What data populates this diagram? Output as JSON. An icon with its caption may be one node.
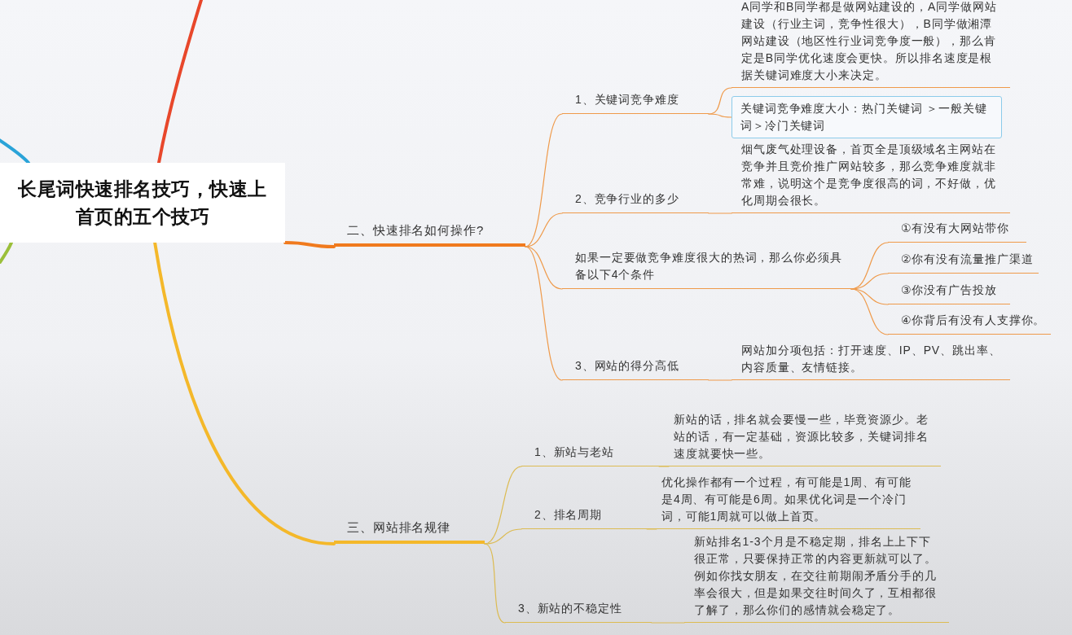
{
  "diagram": {
    "nodes": [
      {
        "text": [
          "长尾词快速排名技巧，快速上首页的五个技巧"
        ]
      },
      {
        "text": [
          "二、快速排名如何操作?"
        ]
      },
      {
        "text": [
          "1、关键词竞争难度"
        ]
      },
      {
        "text": [
          "A同学和B同学都是做网站建设的，A同学做网站建设（行业主词，竞争性很大），B同学做湘潭网站建设（地区性行业词竞争度一般），那么肯定是B同学优化速度会更快。所以排名速度是根据关键词难度大小来决定。"
        ]
      },
      {
        "text": [
          "关键词竞争难度大小：热门关键词 ＞一般关键词＞冷门关键词"
        ]
      },
      {
        "text": [
          "2、竞争行业的多少"
        ]
      },
      {
        "text": [
          "烟气废气处理设备，首页全是顶级域名主网站在竞争并且竞价推广网站较多，那么竞争难度就非常难，说明这个是竞争度很高的词，不好做，优化周期会很长。"
        ]
      },
      {
        "text": [
          "如果一定要做竞争难度很大的热词，那么你必须具备以下4个条件"
        ]
      },
      {
        "text": [
          "①有没有大网站带你"
        ]
      },
      {
        "text": [
          "②你有没有流量推广渠道"
        ]
      },
      {
        "text": [
          "③你没有广告投放"
        ]
      },
      {
        "text": [
          "④你背后有没有人支撑你。"
        ]
      },
      {
        "text": [
          "3、网站的得分高低"
        ]
      },
      {
        "text": [
          "网站加分项包括：打开速度、IP、PV、跳出率、内容质量、友情链接。"
        ]
      },
      {
        "text": [
          "三、网站排名规律"
        ]
      },
      {
        "text": [
          "1、新站与老站"
        ]
      },
      {
        "text": [
          "新站的话，排名就会要慢一些，毕竟资源少。老站的话，有一定基础，资源比较多，关键词排名速度就要快一些。"
        ]
      },
      {
        "text": [
          "2、排名周期"
        ]
      },
      {
        "text": [
          "优化操作都有一个过程，有可能是1周、有可能是4周、有可能是6周。如果优化词是一个冷门词，可能1周就可以做上首页。"
        ]
      },
      {
        "text": [
          "3、新站的不稳定性"
        ]
      },
      {
        "text": [
          "新站排名1-3个月是不稳定期，排名上上下下很正常，只要保持正常的内容更新就可以了。例如你找女朋友，在交往前期闹矛盾分手的几率会很大，但是如果交往时间久了，互相都很了解了，那么你们的感情就会稳定了。"
        ]
      }
    ],
    "edges": [
      {
        "from": 0,
        "to": null,
        "arrow": "none",
        "style": "thick",
        "color": "#e8472b"
      },
      {
        "from": 0,
        "to": null,
        "arrow": "none",
        "style": "thick",
        "color": "#2aa3d8"
      },
      {
        "from": 0,
        "to": null,
        "arrow": "none",
        "style": "thick",
        "color": "#9bbf3a"
      },
      {
        "from": 0,
        "to": 1,
        "arrow": "none",
        "style": "thick"
      },
      {
        "from": 1,
        "to": 2,
        "arrow": "none"
      },
      {
        "from": 2,
        "to": 3,
        "arrow": "none"
      },
      {
        "from": 2,
        "to": 4,
        "arrow": "none"
      },
      {
        "from": 1,
        "to": 5,
        "arrow": "none"
      },
      {
        "from": 5,
        "to": 6,
        "arrow": "none"
      },
      {
        "from": 1,
        "to": 7,
        "arrow": "none"
      },
      {
        "from": 7,
        "to": 8,
        "arrow": "none"
      },
      {
        "from": 7,
        "to": 9,
        "arrow": "none"
      },
      {
        "from": 7,
        "to": 10,
        "arrow": "none"
      },
      {
        "from": 7,
        "to": 11,
        "arrow": "none"
      },
      {
        "from": 1,
        "to": 12,
        "arrow": "none"
      },
      {
        "from": 12,
        "to": 13,
        "arrow": "none"
      },
      {
        "from": 0,
        "to": 14,
        "arrow": "none",
        "style": "thick",
        "color": "#f4b82a"
      },
      {
        "from": 14,
        "to": 15,
        "arrow": "none",
        "color": "#dcbb52"
      },
      {
        "from": 15,
        "to": 16,
        "arrow": "none",
        "color": "#dcbb52"
      },
      {
        "from": 14,
        "to": 17,
        "arrow": "none",
        "color": "#dcbb52"
      },
      {
        "from": 17,
        "to": 18,
        "arrow": "none",
        "color": "#dcbb52"
      },
      {
        "from": 14,
        "to": 19,
        "arrow": "none",
        "color": "#dcbb52"
      },
      {
        "from": 19,
        "to": 20,
        "arrow": "none",
        "color": "#dcbb52"
      }
    ]
  }
}
